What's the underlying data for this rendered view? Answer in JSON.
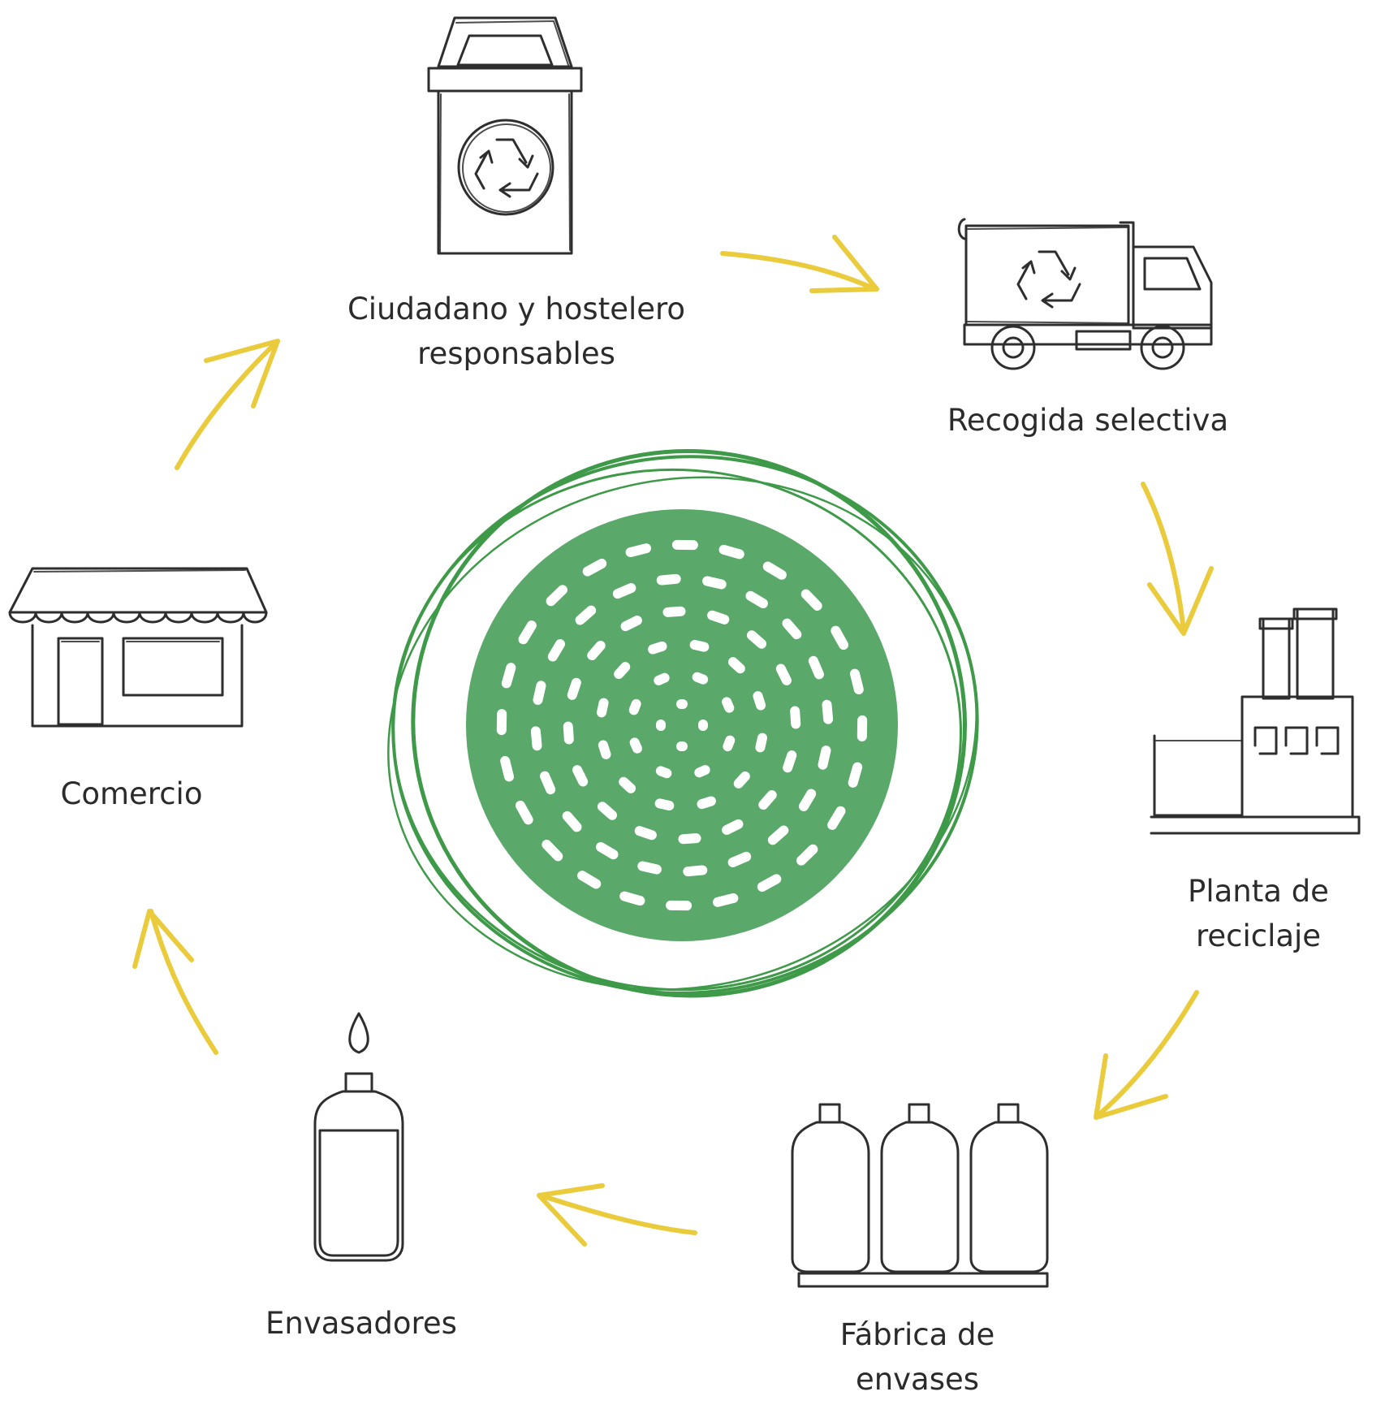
{
  "colors": {
    "accent_green": "#5aa96a",
    "ring_green": "#3e9a48",
    "arrow_yellow": "#eacb3c",
    "ink": "#2e2e2e"
  },
  "steps": [
    {
      "id": "citizen",
      "icon": "recycling-bin-icon",
      "lines": [
        "Ciudadano y hostelero",
        "responsables"
      ]
    },
    {
      "id": "collection",
      "icon": "recycling-truck-icon",
      "lines": [
        "Recogida selectiva"
      ]
    },
    {
      "id": "plant",
      "icon": "factory-icon",
      "lines": [
        "Planta de",
        "reciclaje"
      ]
    },
    {
      "id": "container-factory",
      "icon": "three-bottles-icon",
      "lines": [
        "Fábrica de",
        "envases"
      ]
    },
    {
      "id": "packers",
      "icon": "filled-bottle-icon",
      "lines": [
        "Envasadores"
      ]
    },
    {
      "id": "shop",
      "icon": "shop-icon",
      "lines": [
        "Comercio"
      ]
    }
  ]
}
